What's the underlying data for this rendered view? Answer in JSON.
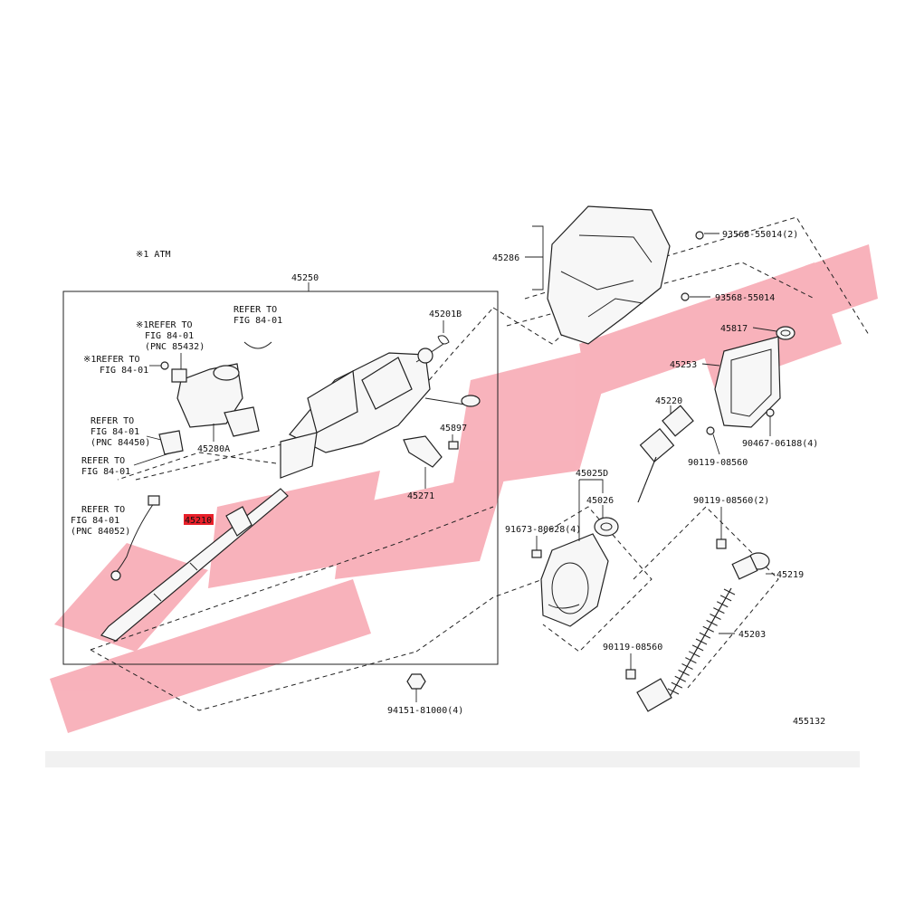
{
  "diagram": {
    "note": "※1 ATM",
    "figure_number": "455132",
    "watermark_color": "#f0566a",
    "highlight_color": "#e8202a",
    "labels": {
      "p45250": "45250",
      "p45286": "45286",
      "p93568a": "93568-55014(2)",
      "p93568b": "93568-55014",
      "p45817": "45817",
      "p45253": "45253",
      "p90467": "90467-06188(4)",
      "p45220": "45220",
      "p90119a": "90119-08560",
      "p45201b": "45201B",
      "p45897": "45897",
      "p45271": "45271",
      "p45280a": "45280A",
      "p45210": "45210",
      "p45025d": "45025D",
      "p45026": "45026",
      "p91673": "91673-80628(4)",
      "p90119b": "90119-08560(2)",
      "p45219": "45219",
      "p45203": "45203",
      "p90119c": "90119-08560",
      "p94151": "94151-81000(4)"
    },
    "refer_notes": {
      "r1": [
        "REFER TO",
        "FIG 84-01"
      ],
      "r2": [
        "※1REFER TO",
        "FIG 84-01",
        "(PNC 85432)"
      ],
      "r3": [
        "※1REFER TO",
        "FIG 84-01"
      ],
      "r4": [
        "REFER TO",
        "FIG 84-01",
        "(PNC 84450)"
      ],
      "r5": [
        "REFER TO",
        "FIG 84-01"
      ],
      "r6": [
        "REFER TO",
        "FIG 84-01",
        "(PNC 84052)"
      ]
    }
  }
}
